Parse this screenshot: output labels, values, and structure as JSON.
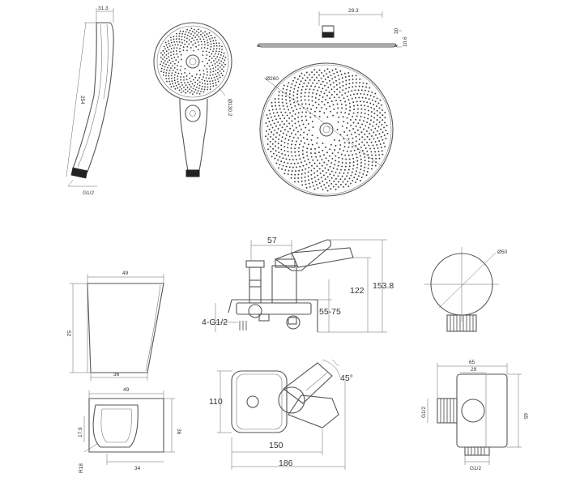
{
  "colors": {
    "line": "#555555",
    "dot": "#3a3a3a",
    "text": "#333333",
    "background": "#ffffff"
  },
  "hand_shower": {
    "side_width": "31.3",
    "side_length": "254",
    "side_connection": "G1/2",
    "face_diameter": "Ø130.2"
  },
  "overhead_shower": {
    "top_arm": "29.3",
    "top_thickness_1": "20",
    "top_thickness_2": "10.6",
    "diameter": "Ø260"
  },
  "holder": {
    "front_top": "49",
    "front_height": "52",
    "front_bottom": "36",
    "top_width": "49",
    "top_depth": "36",
    "top_inner": "17.9",
    "top_radius": "R18",
    "top_bottom": "34"
  },
  "mixer": {
    "spout_offset": "57",
    "height_total": "153.8",
    "height_inner": "122",
    "eccentric_range": "55-75",
    "thread": "4-G1/2",
    "angle": "45°",
    "plate_height": "110",
    "plate_width": "150",
    "overall_width": "186"
  },
  "wall_outlet": {
    "diameter": "Ø50",
    "width": "65",
    "inner_width": "29",
    "height": "65",
    "thread": "G1/2",
    "bottom_thread": "G1/2"
  }
}
